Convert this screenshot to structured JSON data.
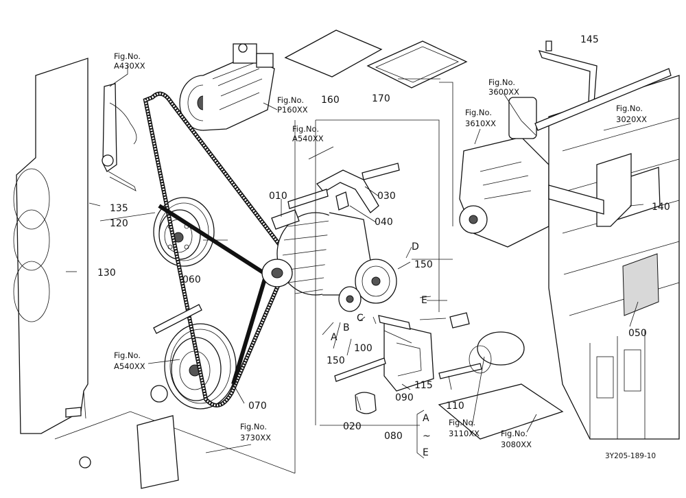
{
  "figure_code": "3Y205-189-10",
  "part_labels": {
    "p010": "010",
    "p020": "020",
    "p030": "030",
    "p040": "040",
    "p050": "050",
    "p060": "060",
    "p070": "070",
    "p080": "080",
    "p090": "090",
    "p100": "100",
    "p110": "110",
    "p115": "115",
    "p120": "120",
    "p130": "130",
    "p135": "135",
    "p140": "140",
    "p145": "145",
    "p150a": "150",
    "p150b": "150",
    "p160": "160",
    "p170": "170"
  },
  "letter_labels": {
    "A": "A",
    "B": "B",
    "C": "C",
    "D": "D",
    "E": "E",
    "range_top": "A",
    "range_tilde": "~",
    "range_bottom": "E"
  },
  "figure_refs": {
    "fig_prefix": "Fig.No.",
    "a430": "A430XX",
    "p160": "P160XX",
    "a540_top": "A540XX",
    "a540_bottom": "A540XX",
    "f3600": "3600XX",
    "f3610": "3610XX",
    "f3020": "3020XX",
    "f3730": "3730XX",
    "f3110": "3110XX",
    "f3080": "3080XX"
  }
}
